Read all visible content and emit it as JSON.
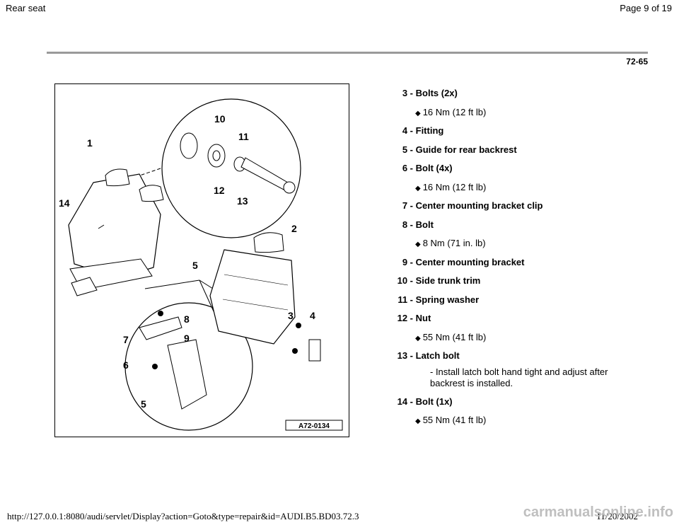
{
  "header": {
    "title": "Rear seat",
    "page_label": "Page 9 of 19"
  },
  "page_number": "72-65",
  "figure": {
    "code": "A72-0134",
    "callouts": [
      "1",
      "2",
      "3",
      "4",
      "5",
      "5",
      "6",
      "7",
      "8",
      "9",
      "10",
      "11",
      "12",
      "13",
      "14"
    ]
  },
  "legend": [
    {
      "num": "3 -",
      "label": "Bolts (2x)",
      "spec": "16 Nm (12 ft lb)"
    },
    {
      "num": "4 -",
      "label": "Fitting"
    },
    {
      "num": "5 -",
      "label": "Guide for rear backrest"
    },
    {
      "num": "6 -",
      "label": "Bolt (4x)",
      "spec": "16 Nm (12 ft lb)"
    },
    {
      "num": "7 -",
      "label": "Center mounting bracket clip"
    },
    {
      "num": "8 -",
      "label": "Bolt",
      "spec": "8 Nm (71 in. lb)"
    },
    {
      "num": "9 -",
      "label": "Center mounting bracket"
    },
    {
      "num": "10 -",
      "label": "Side trunk trim"
    },
    {
      "num": "11 -",
      "label": "Spring washer"
    },
    {
      "num": "12 -",
      "label": "Nut",
      "spec": "55 Nm (41 ft lb)"
    },
    {
      "num": "13 -",
      "label": "Latch bolt",
      "note": "- Install latch bolt hand tight and adjust after backrest is installed."
    },
    {
      "num": "14 -",
      "label": "Bolt (1x)",
      "spec": "55 Nm (41 ft lb)"
    }
  ],
  "footer": {
    "url": "http://127.0.0.1:8080/audi/servlet/Display?action=Goto&type=repair&id=AUDI.B5.BD03.72.3",
    "date": "11/20/2002",
    "watermark": "carmanualsonline.info"
  }
}
